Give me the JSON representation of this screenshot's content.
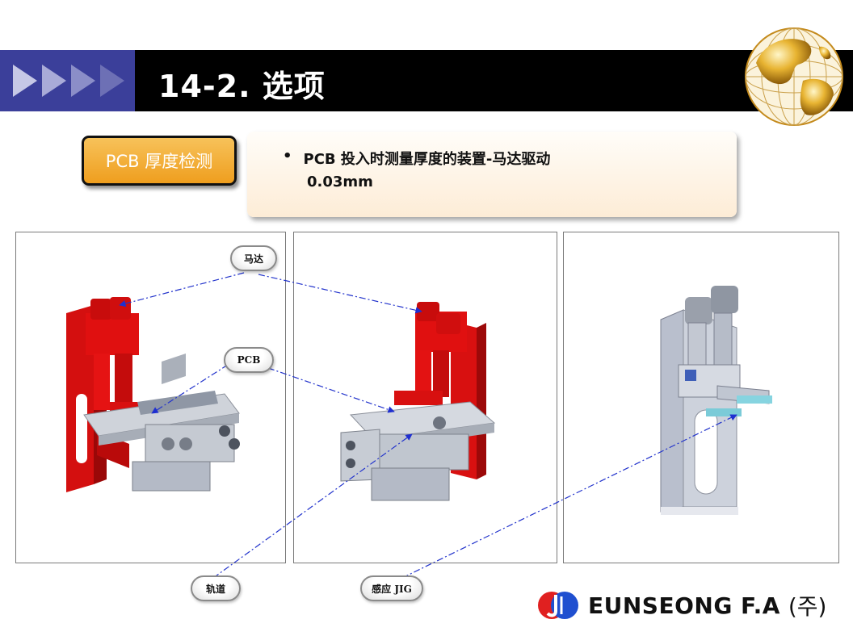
{
  "header": {
    "title": "14-2. 选项"
  },
  "option": {
    "tag": "PCB 厚度检测",
    "bullet": "•",
    "description": "PCB 投入时测量厚度的装置-马达驱动",
    "value": "0.03mm"
  },
  "callouts": {
    "motor": "马达",
    "pcb": "PCB",
    "rail": "轨道",
    "jig": "感应 JIG"
  },
  "footer": {
    "company": "EUNSEONG F.A",
    "suffix": "(주)"
  },
  "colors": {
    "title_bar": "#000000",
    "title_accent": "#3b3f9a",
    "tag_fill": "#f3b03a",
    "machine_highlight": "#e01010",
    "machine_gray": "#a9b0bd",
    "leader": "#2233cc",
    "logo_red": "#e02020",
    "logo_blue": "#1f4fd0"
  }
}
